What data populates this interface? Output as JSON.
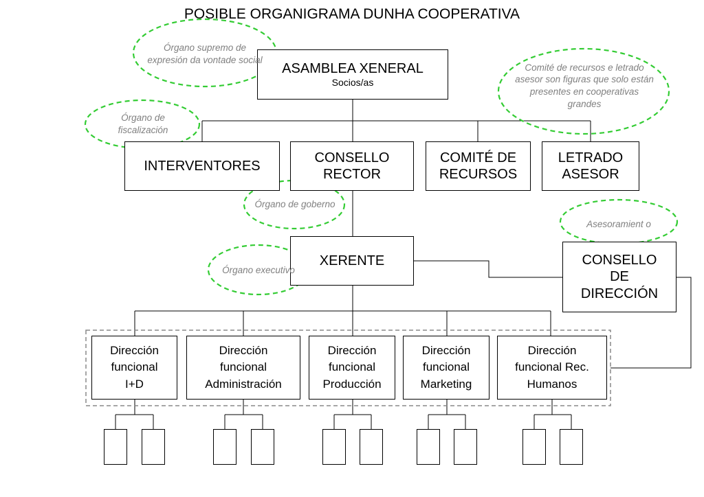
{
  "title": "POSIBLE ORGANIGRAMA DUNHA COOPERATIVA",
  "colors": {
    "box_border": "#000000",
    "note_outline": "#33cc33",
    "note_text": "#808080",
    "group_border": "#888888"
  },
  "nodes": {
    "asamblea": {
      "label": "ASAMBLEA XENERAL",
      "sub": "Socios/as"
    },
    "interventores": {
      "label": "INTERVENTORES"
    },
    "consello_rector": {
      "label": "CONSELLO RECTOR"
    },
    "comite_recursos": {
      "label": "COMITÉ DE RECURSOS"
    },
    "letrado_asesor": {
      "label": "LETRADO ASESOR"
    },
    "xerente": {
      "label": "XERENTE"
    },
    "consello_direccion": {
      "label": "CONSELLO DE DIRECCIÓN"
    },
    "dir_id": {
      "label": "Dirección funcional I+D"
    },
    "dir_admin": {
      "label": "Dirección funcional Administración"
    },
    "dir_prod": {
      "label": "Dirección funcional Producción"
    },
    "dir_mkt": {
      "label": "Dirección funcional Marketing"
    },
    "dir_rrhh": {
      "label": "Dirección funcional Rec. Humanos"
    }
  },
  "notes": {
    "asamblea": "Órgano supremo de expresión da vontade social",
    "comites": "Comité de recursos e letrado asesor son figuras que solo están presentes en cooperativas grandes",
    "fiscalizacion": "Órgano de fiscalización",
    "goberno": "Órgano de goberno",
    "asesoramento": "Asesoramient o",
    "executivo": "Órgano executivo"
  }
}
